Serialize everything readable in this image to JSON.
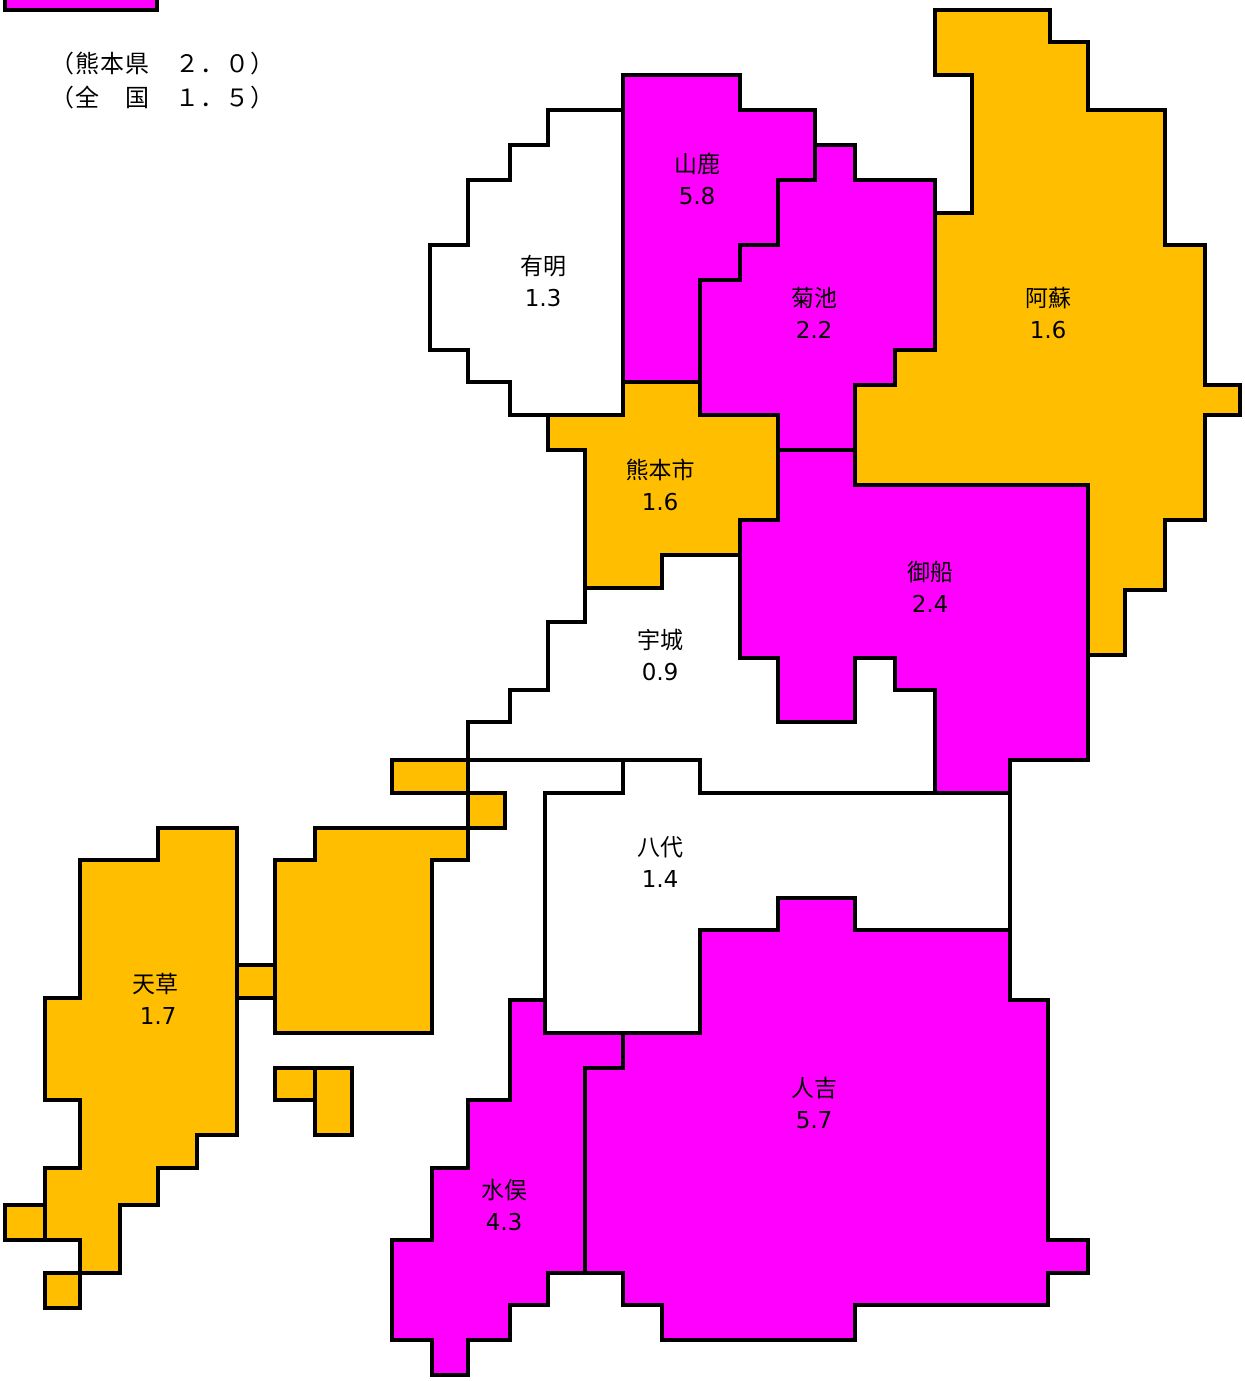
{
  "colors": {
    "high": "#ff00ff",
    "mid": "#ffbf00",
    "low": "#ffffff",
    "border": "#000000"
  },
  "legend": {
    "prefecture": "（熊本県　２．０）",
    "national": "（全　国　１．５）"
  },
  "regions": [
    {
      "id": "yamaga",
      "name": "山鹿",
      "value": "5.8",
      "level": "high"
    },
    {
      "id": "kikuchi",
      "name": "菊池",
      "value": "2.2",
      "level": "high"
    },
    {
      "id": "aso",
      "name": "阿蘇",
      "value": "1.6",
      "level": "mid"
    },
    {
      "id": "ariake",
      "name": "有明",
      "value": "1.3",
      "level": "low"
    },
    {
      "id": "kumamoto-city",
      "name": "熊本市",
      "value": "1.6",
      "level": "mid"
    },
    {
      "id": "mifune",
      "name": "御船",
      "value": "2.4",
      "level": "high"
    },
    {
      "id": "uki",
      "name": "宇城",
      "value": "0.9",
      "level": "low"
    },
    {
      "id": "yatsushiro",
      "name": "八代",
      "value": "1.4",
      "level": "low"
    },
    {
      "id": "amakusa",
      "name": "天草",
      "value": "1.7",
      "level": "mid"
    },
    {
      "id": "hitoyoshi",
      "name": "人吉",
      "value": "5.7",
      "level": "high"
    },
    {
      "id": "minamata",
      "name": "水俣",
      "value": "4.3",
      "level": "high"
    }
  ]
}
